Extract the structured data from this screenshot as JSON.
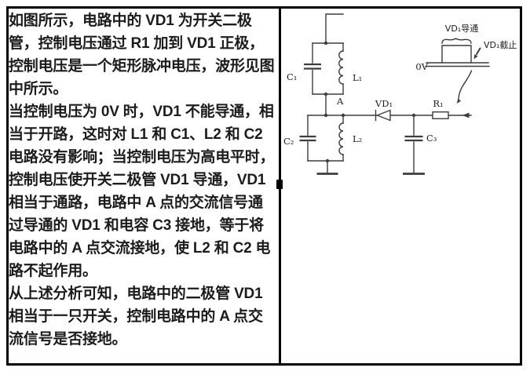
{
  "colors": {
    "border": "#000000",
    "line": "#3d3d3d",
    "text": "#1c1c1c"
  },
  "text_panel": {
    "paragraphs": [
      "如图所示，电路中的 VD1 为开关二极管，控制电压通过 R1 加到 VD1 正极，控制电压是一个矩形脉冲电压，波形见图中所示。",
      "当控制电压为 0V 时，VD1 不能导通，相当于开路，这时对 L1 和 C1、L2 和 C2 电路没有影响；当控制电压为高电平时，控制电压使开关二极管 VD1 导通，VD1 相当于通路，电路中 A 点的交流信号通过导通的 VD1 和电容 C3 接地，等于将电路中的 A 点交流接地，使 L2 和 C2 电路不起作用。",
      "从上述分析可知，电路中的二极管 VD1 相当于一只开关，控制电路中的 A 点交流信号是否接地。"
    ]
  },
  "circuit": {
    "labels": {
      "c1": "C₁",
      "l1": "L₁",
      "c2": "C₂",
      "l2": "L₂",
      "c3": "C₃",
      "r1": "R₁",
      "vd1": "VD₁",
      "node_a": "A"
    },
    "waveform": {
      "conduct": "VD₁导通",
      "cutoff": "VD₁截止",
      "zero": "0V"
    }
  }
}
